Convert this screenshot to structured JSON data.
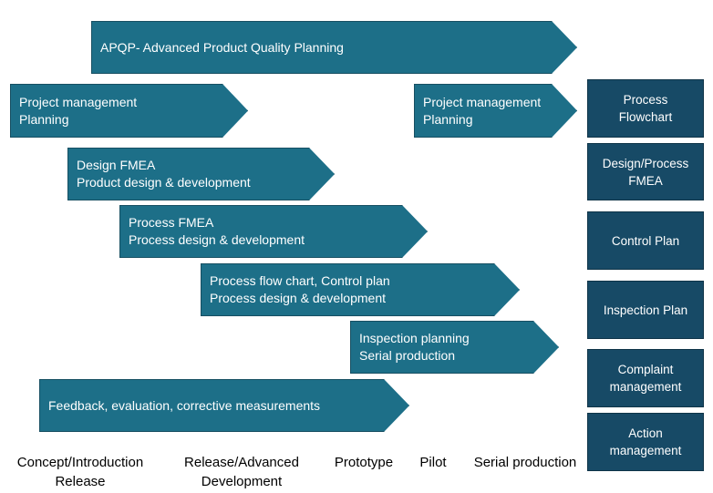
{
  "title_arrow": {
    "label": "APQP-  Advanced  Product  Quality  Planning"
  },
  "arrows": [
    {
      "line1": "Project management",
      "line2": "Planning"
    },
    {
      "line1": "Project management",
      "line2": "Planning"
    },
    {
      "line1": "Design FMEA",
      "line2": "Product design & development"
    },
    {
      "line1": "Process FMEA",
      "line2": "Process design & development"
    },
    {
      "line1": "Process flow chart, Control plan",
      "line2": "Process design & development"
    },
    {
      "line1": "Inspection planning",
      "line2": "Serial production"
    },
    {
      "line1": "Feedback, evaluation, corrective measurements"
    }
  ],
  "boxes": [
    {
      "line1": "Process",
      "line2": "Flowchart"
    },
    {
      "line1": "Design/Process",
      "line2": "FMEA"
    },
    {
      "line1": "Control Plan"
    },
    {
      "line1": "Inspection Plan"
    },
    {
      "line1": "Complaint",
      "line2": "management"
    },
    {
      "line1": "Action",
      "line2": "management"
    }
  ],
  "phases": [
    {
      "line1": "Concept/Introduction",
      "line2": "Release"
    },
    {
      "line1": "Release/Advanced",
      "line2": "Development"
    },
    {
      "line1": "Prototype"
    },
    {
      "line1": "Pilot"
    },
    {
      "line1": "Serial production"
    }
  ],
  "colors": {
    "arrow_fill": "#1d6f88",
    "box_fill": "#174a66",
    "text": "#ffffff"
  }
}
